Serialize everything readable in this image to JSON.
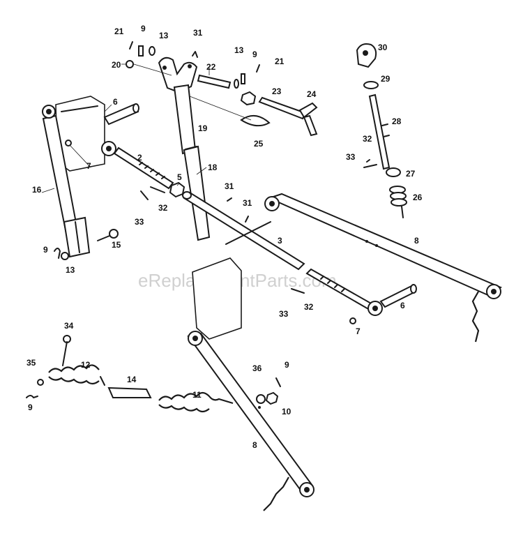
{
  "watermark": "eReplacementParts.com",
  "callouts": [
    {
      "id": "c21a",
      "text": "21"
    },
    {
      "id": "c9a",
      "text": "9"
    },
    {
      "id": "c13a",
      "text": "13"
    },
    {
      "id": "c31a",
      "text": "31"
    },
    {
      "id": "c13b",
      "text": "13"
    },
    {
      "id": "c9b",
      "text": "9"
    },
    {
      "id": "c21b",
      "text": "21"
    },
    {
      "id": "c30",
      "text": "30"
    },
    {
      "id": "c20",
      "text": "20"
    },
    {
      "id": "c22",
      "text": "22"
    },
    {
      "id": "c23",
      "text": "23"
    },
    {
      "id": "c24",
      "text": "24"
    },
    {
      "id": "c29",
      "text": "29"
    },
    {
      "id": "c6a",
      "text": "6"
    },
    {
      "id": "c19",
      "text": "19"
    },
    {
      "id": "c25",
      "text": "25"
    },
    {
      "id": "c28",
      "text": "28"
    },
    {
      "id": "c32a",
      "text": "32"
    },
    {
      "id": "c33a",
      "text": "33"
    },
    {
      "id": "c2",
      "text": "2"
    },
    {
      "id": "c7a",
      "text": "7"
    },
    {
      "id": "c18",
      "text": "18"
    },
    {
      "id": "c27",
      "text": "27"
    },
    {
      "id": "c5",
      "text": "5"
    },
    {
      "id": "c31b",
      "text": "31"
    },
    {
      "id": "c16",
      "text": "16"
    },
    {
      "id": "c26",
      "text": "26"
    },
    {
      "id": "c32b",
      "text": "32"
    },
    {
      "id": "c31c",
      "text": "31"
    },
    {
      "id": "c33b",
      "text": "33"
    },
    {
      "id": "c15",
      "text": "15"
    },
    {
      "id": "c8a",
      "text": "8"
    },
    {
      "id": "c3",
      "text": "3"
    },
    {
      "id": "c9c",
      "text": "9"
    },
    {
      "id": "c13c",
      "text": "13"
    },
    {
      "id": "c32c",
      "text": "32"
    },
    {
      "id": "c6b",
      "text": "6"
    },
    {
      "id": "c33c",
      "text": "33"
    },
    {
      "id": "c7b",
      "text": "7"
    },
    {
      "id": "c34",
      "text": "34"
    },
    {
      "id": "c12",
      "text": "12"
    },
    {
      "id": "c35",
      "text": "35"
    },
    {
      "id": "c36",
      "text": "36"
    },
    {
      "id": "c9d",
      "text": "9"
    },
    {
      "id": "c14",
      "text": "14"
    },
    {
      "id": "c9e",
      "text": "9"
    },
    {
      "id": "c10",
      "text": "10"
    },
    {
      "id": "c11",
      "text": "11"
    },
    {
      "id": "c8b",
      "text": "8"
    }
  ]
}
